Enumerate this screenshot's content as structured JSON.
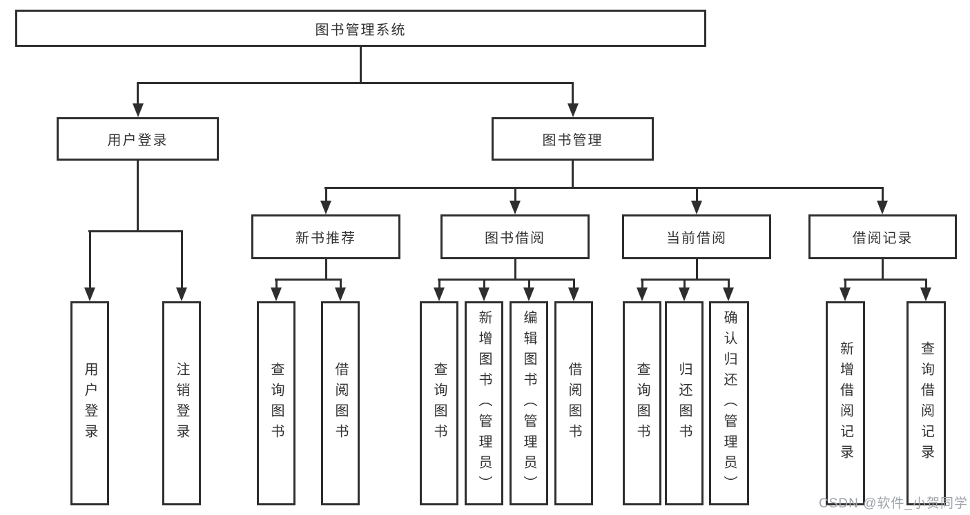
{
  "tree": {
    "root": {
      "label": "图书管理系统"
    },
    "children": [
      {
        "label": "用户登录",
        "children": [
          {
            "label": "用户登录"
          },
          {
            "label": "注销登录"
          }
        ]
      },
      {
        "label": "图书管理",
        "children": [
          {
            "label": "新书推荐",
            "children": [
              {
                "label": "查询图书"
              },
              {
                "label": "借阅图书"
              }
            ]
          },
          {
            "label": "图书借阅",
            "children": [
              {
                "label": "查询图书"
              },
              {
                "label": "新增图书（管理员）"
              },
              {
                "label": "编辑图书（管理员）"
              },
              {
                "label": "借阅图书"
              }
            ]
          },
          {
            "label": "当前借阅",
            "children": [
              {
                "label": "查询图书"
              },
              {
                "label": "归还图书"
              },
              {
                "label": "确认归还（管理员）"
              }
            ]
          },
          {
            "label": "借阅记录",
            "children": [
              {
                "label": "新增借阅记录"
              },
              {
                "label": "查询借阅记录"
              }
            ]
          }
        ]
      }
    ]
  },
  "watermark": {
    "text": "CSDN @软件_小贺同学"
  },
  "colors": {
    "line": "#2e2e2e",
    "text": "#333333",
    "background": "#ffffff",
    "watermark": "#9fa4aa"
  }
}
